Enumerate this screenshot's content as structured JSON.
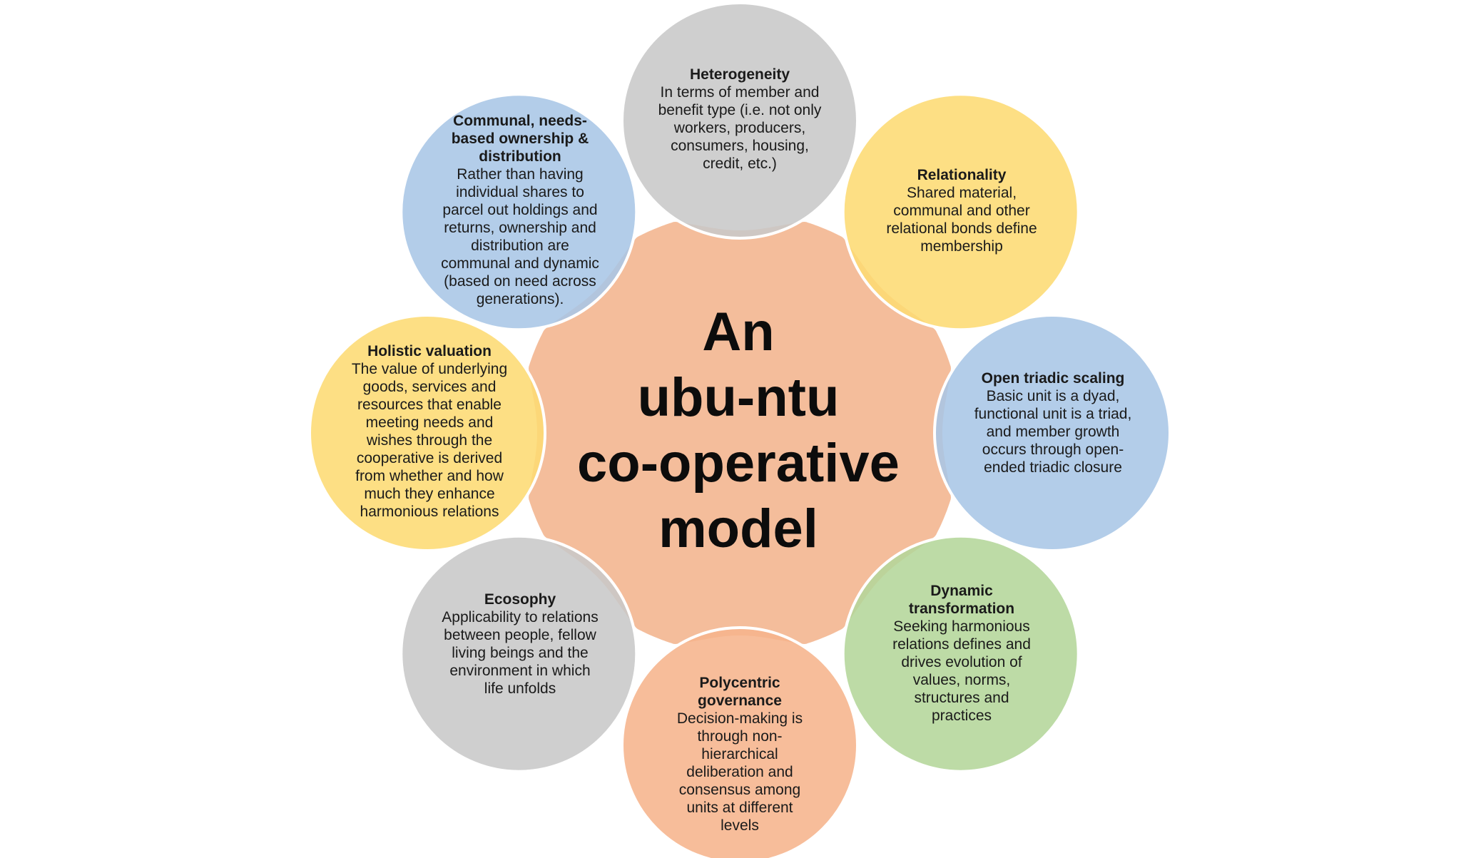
{
  "center": {
    "lines": [
      "An",
      "ubu-ntu",
      "co-operative",
      "model"
    ],
    "color": "#F4BD9B"
  },
  "nodes": [
    {
      "id": "heterogeneity",
      "title": "Heterogeneity",
      "body": "In terms of member and benefit type (i.e. not only workers, producers, consumers, housing, credit, etc.)",
      "color": "#C8C8C8"
    },
    {
      "id": "relationality",
      "title": "Relationality",
      "body": "Shared material, communal and other relational bonds define membership",
      "color": "#FDDB73"
    },
    {
      "id": "open-triadic-scaling",
      "title": "Open triadic scaling",
      "body": "Basic unit is a dyad, functional unit is a triad, and member growth occurs through open-ended triadic closure",
      "color": "#A9C6E6"
    },
    {
      "id": "dynamic-transformation",
      "title": "Dynamic transformation",
      "body": "Seeking harmonious relations defines and drives evolution of values, norms, structures and practices",
      "color": "#B4D69A"
    },
    {
      "id": "polycentric-governance",
      "title": "Polycentric governance",
      "body": "Decision-making is through non-hierarchical deliberation and consensus among units at different levels",
      "color": "#F6B48C"
    },
    {
      "id": "ecosophy",
      "title": "Ecosophy",
      "body": "Applicability to relations between people, fellow living beings and the environment in which life unfolds",
      "color": "#C8C8C8"
    },
    {
      "id": "holistic-valuation",
      "title": "Holistic valuation",
      "body": "The value of underlying goods, services and resources that enable meeting needs and wishes through the cooperative is derived from whether and how much they enhance harmonious relations",
      "color": "#FDDB73"
    },
    {
      "id": "communal-ownership",
      "title": "Communal, needs-based ownership & distribution",
      "body": "Rather than having individual shares to parcel out holdings and returns, ownership and distribution are communal and dynamic (based on need across generations).",
      "color": "#A9C6E6"
    }
  ]
}
